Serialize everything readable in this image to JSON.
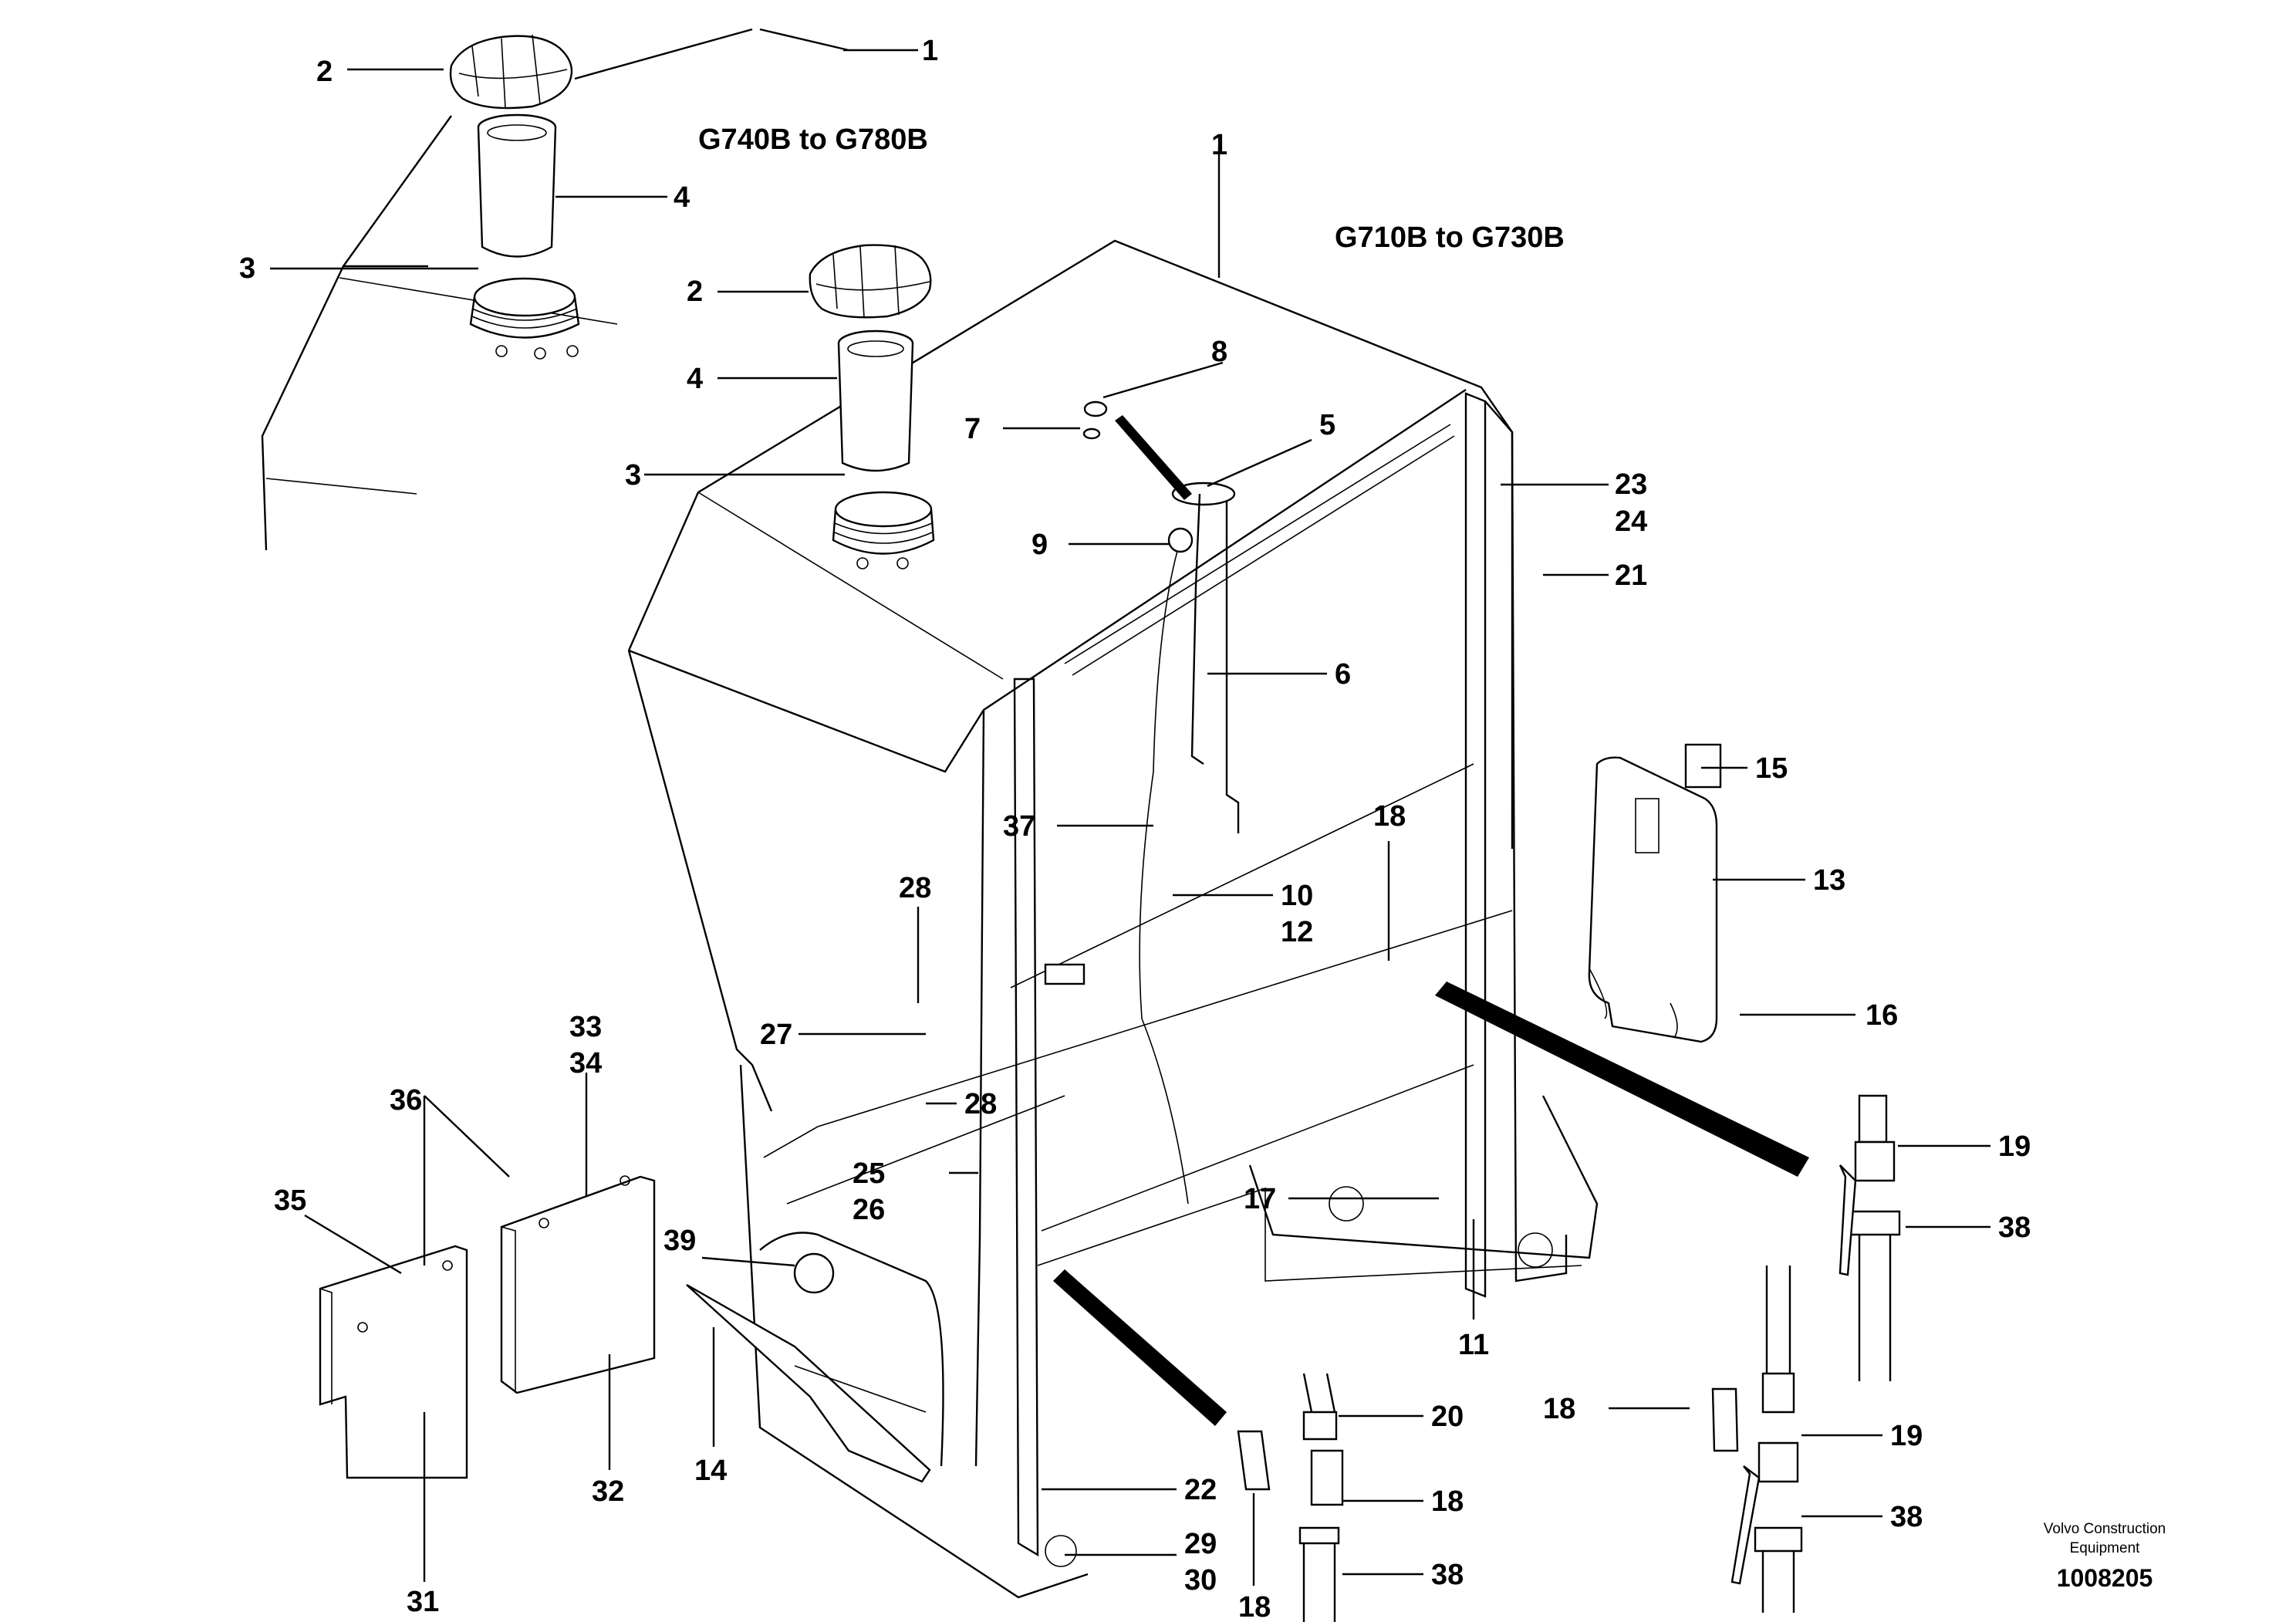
{
  "title_variants": {
    "large": "G740B to G780B",
    "small": "G710B to G730B"
  },
  "callouts": {
    "c1a": "1",
    "c2a": "2",
    "c4a": "4",
    "c3a": "3",
    "c1b": "1",
    "c2b": "2",
    "c4b": "4",
    "c3b": "3",
    "c8": "8",
    "c7": "7",
    "c5": "5",
    "c9": "9",
    "c23": "23",
    "c24": "24",
    "c21": "21",
    "c6": "6",
    "c15": "15",
    "c13": "13",
    "c16": "16",
    "c37": "37",
    "c18a": "18",
    "c10": "10",
    "c12": "12",
    "c28a": "28",
    "c27": "27",
    "c28b": "28",
    "c33": "33",
    "c34": "34",
    "c36": "36",
    "c35": "35",
    "c25": "25",
    "c26": "26",
    "c39": "39",
    "c19a": "19",
    "c38a": "38",
    "c17": "17",
    "c11": "11",
    "c20": "20",
    "c18b": "18",
    "c19b": "19",
    "c18c": "18",
    "c38b": "38",
    "c22": "22",
    "c38c": "38",
    "c29": "29",
    "c30": "30",
    "c18d": "18",
    "c14": "14",
    "c31": "31",
    "c32": "32"
  },
  "publisher": {
    "line1": "Volvo Construction",
    "line2": "Equipment"
  },
  "reference_number": "1008205"
}
